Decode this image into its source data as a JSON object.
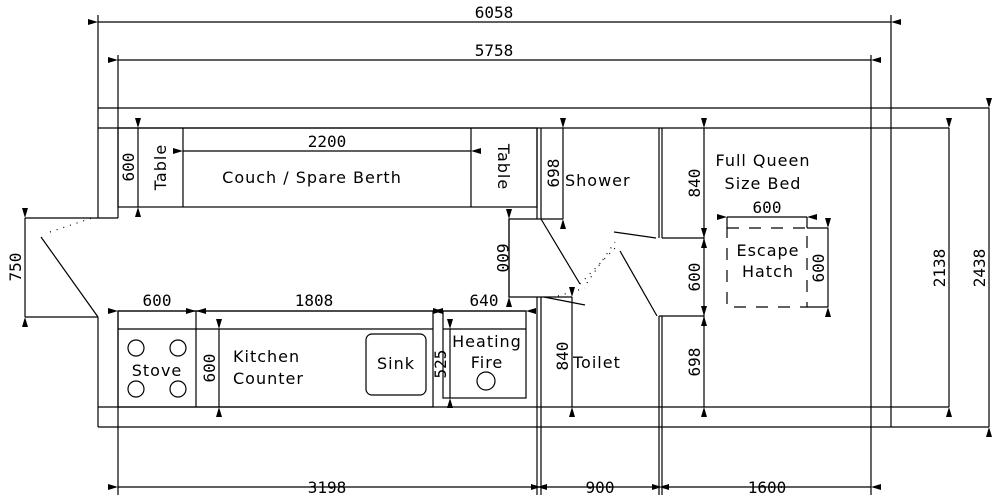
{
  "title": "Floor plan",
  "dimensions": {
    "overall_length": "6058",
    "inner_length": "5758",
    "couch_length": "2200",
    "table_left_depth": "600",
    "door_width": "750",
    "stove_width": "600",
    "counter_length": "1808",
    "heater_width": "640",
    "counter_depth": "600",
    "heater_depth": "525",
    "bath_door": "600",
    "shower_depth": "698",
    "toilet_depth": "840",
    "bed_upper": "840",
    "bed_door": "600",
    "bed_lower": "698",
    "hatch_width": "600",
    "hatch_depth": "600",
    "inner_width": "2138",
    "overall_width": "2438",
    "living_length": "3198",
    "bath_length": "900",
    "bed_length": "1600"
  },
  "labels": {
    "table_left": "Table",
    "couch": "Couch / Spare Berth",
    "table_right": "Table",
    "shower": "Shower",
    "bed_line1": "Full Queen",
    "bed_line2": "Size Bed",
    "hatch_line1": "Escape",
    "hatch_line2": "Hatch",
    "stove": "Stove",
    "counter_line1": "Kitchen",
    "counter_line2": "Counter",
    "sink": "Sink",
    "heater_line1": "Heating",
    "heater_line2": "Fire",
    "toilet": "Toilet"
  }
}
